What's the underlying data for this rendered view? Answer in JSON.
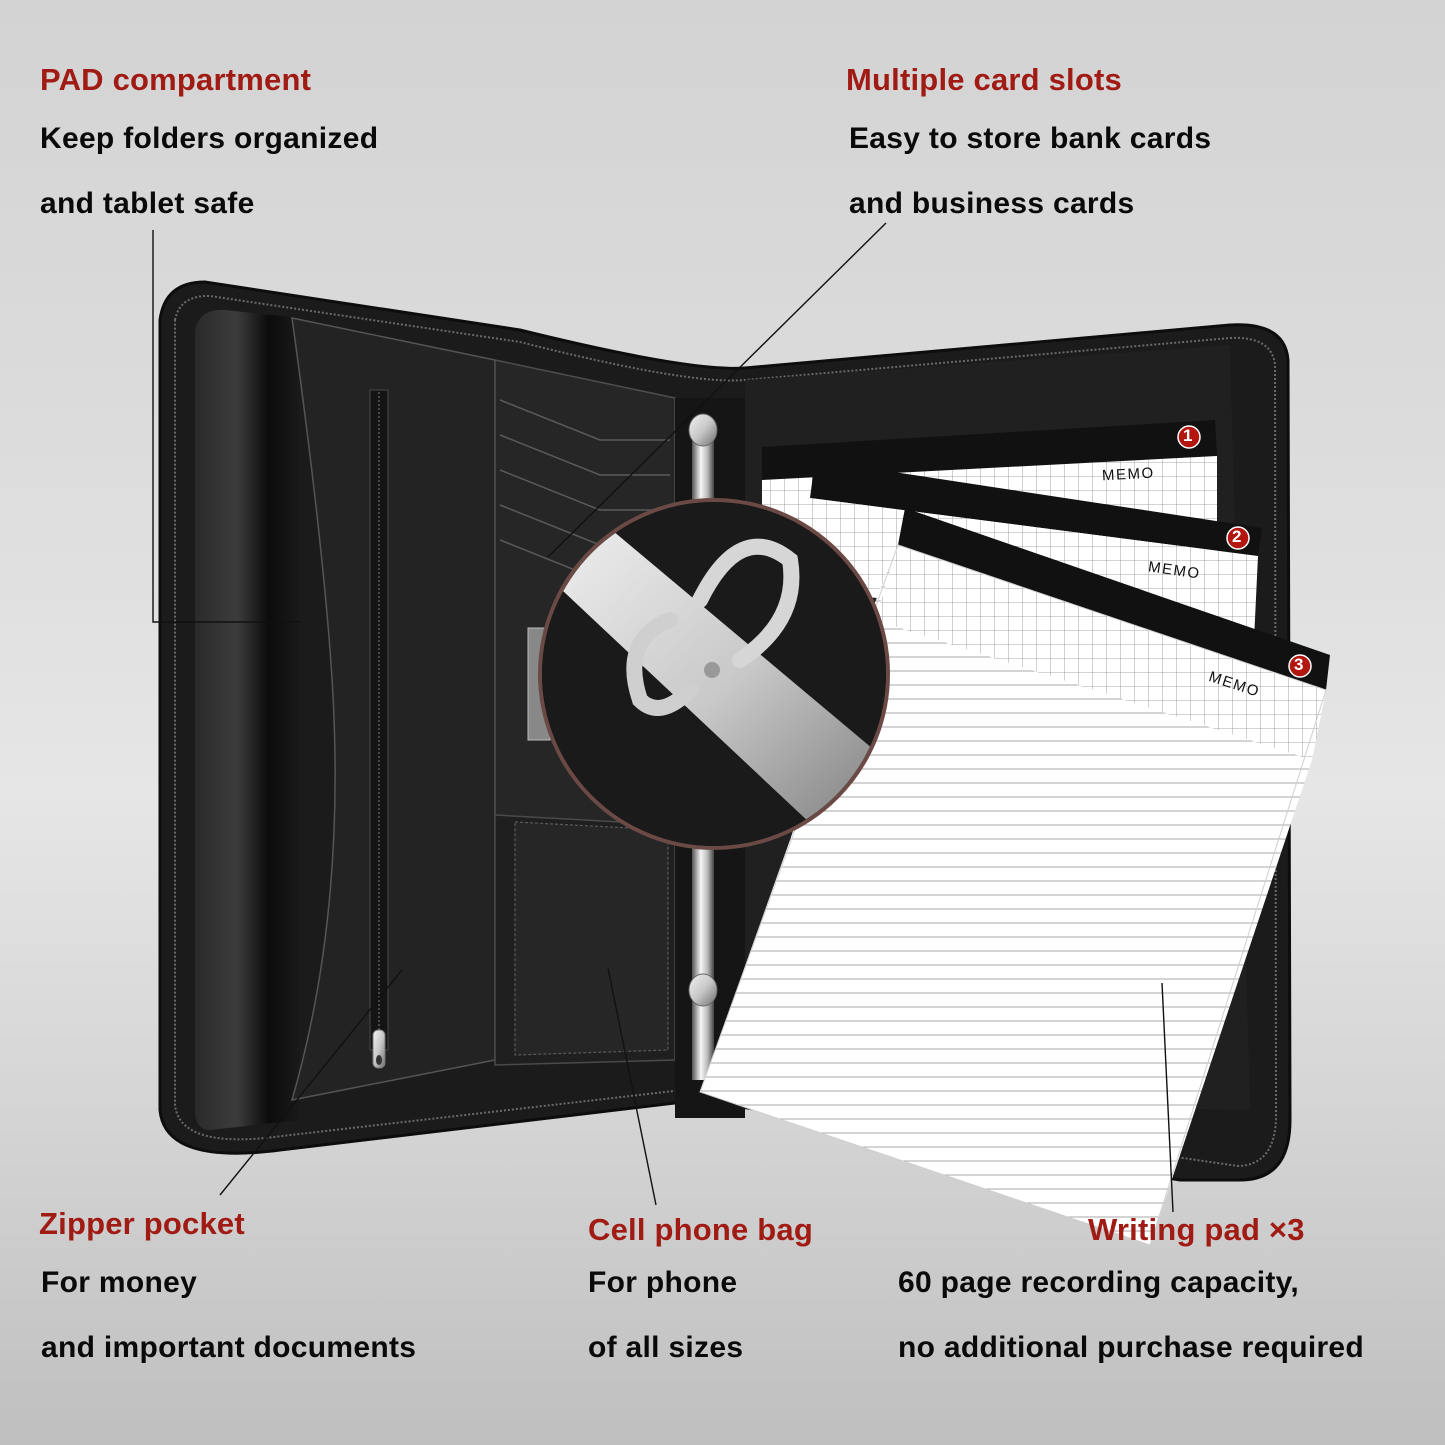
{
  "colors": {
    "title_red": "#a01b14",
    "body_text": "#0a0a0a",
    "background_top": "#d3d3d3",
    "background_bottom": "#bfbfbf",
    "leather": "#1c1c1c",
    "badge_red": "#b3150f"
  },
  "callouts": {
    "pad_compartment": {
      "title": "PAD compartment",
      "line1": "Keep folders organized",
      "line2": "and tablet safe"
    },
    "card_slots": {
      "title": "Multiple card slots",
      "line1": "Easy to store bank cards",
      "line2": "and business cards"
    },
    "zipper_pocket": {
      "title": "Zipper pocket",
      "line1": "For money",
      "line2": "and important documents"
    },
    "cell_phone_bag": {
      "title": "Cell phone bag",
      "line1": "For phone",
      "line2": "of all sizes"
    },
    "writing_pad": {
      "title": "Writing pad ×3",
      "line1": "60 page recording capacity,",
      "line2": "no additional purchase required"
    }
  },
  "pads": [
    {
      "number": "1",
      "label": "MEMO"
    },
    {
      "number": "2",
      "label": "MEMO"
    },
    {
      "number": "3",
      "label": "MEMO"
    }
  ]
}
